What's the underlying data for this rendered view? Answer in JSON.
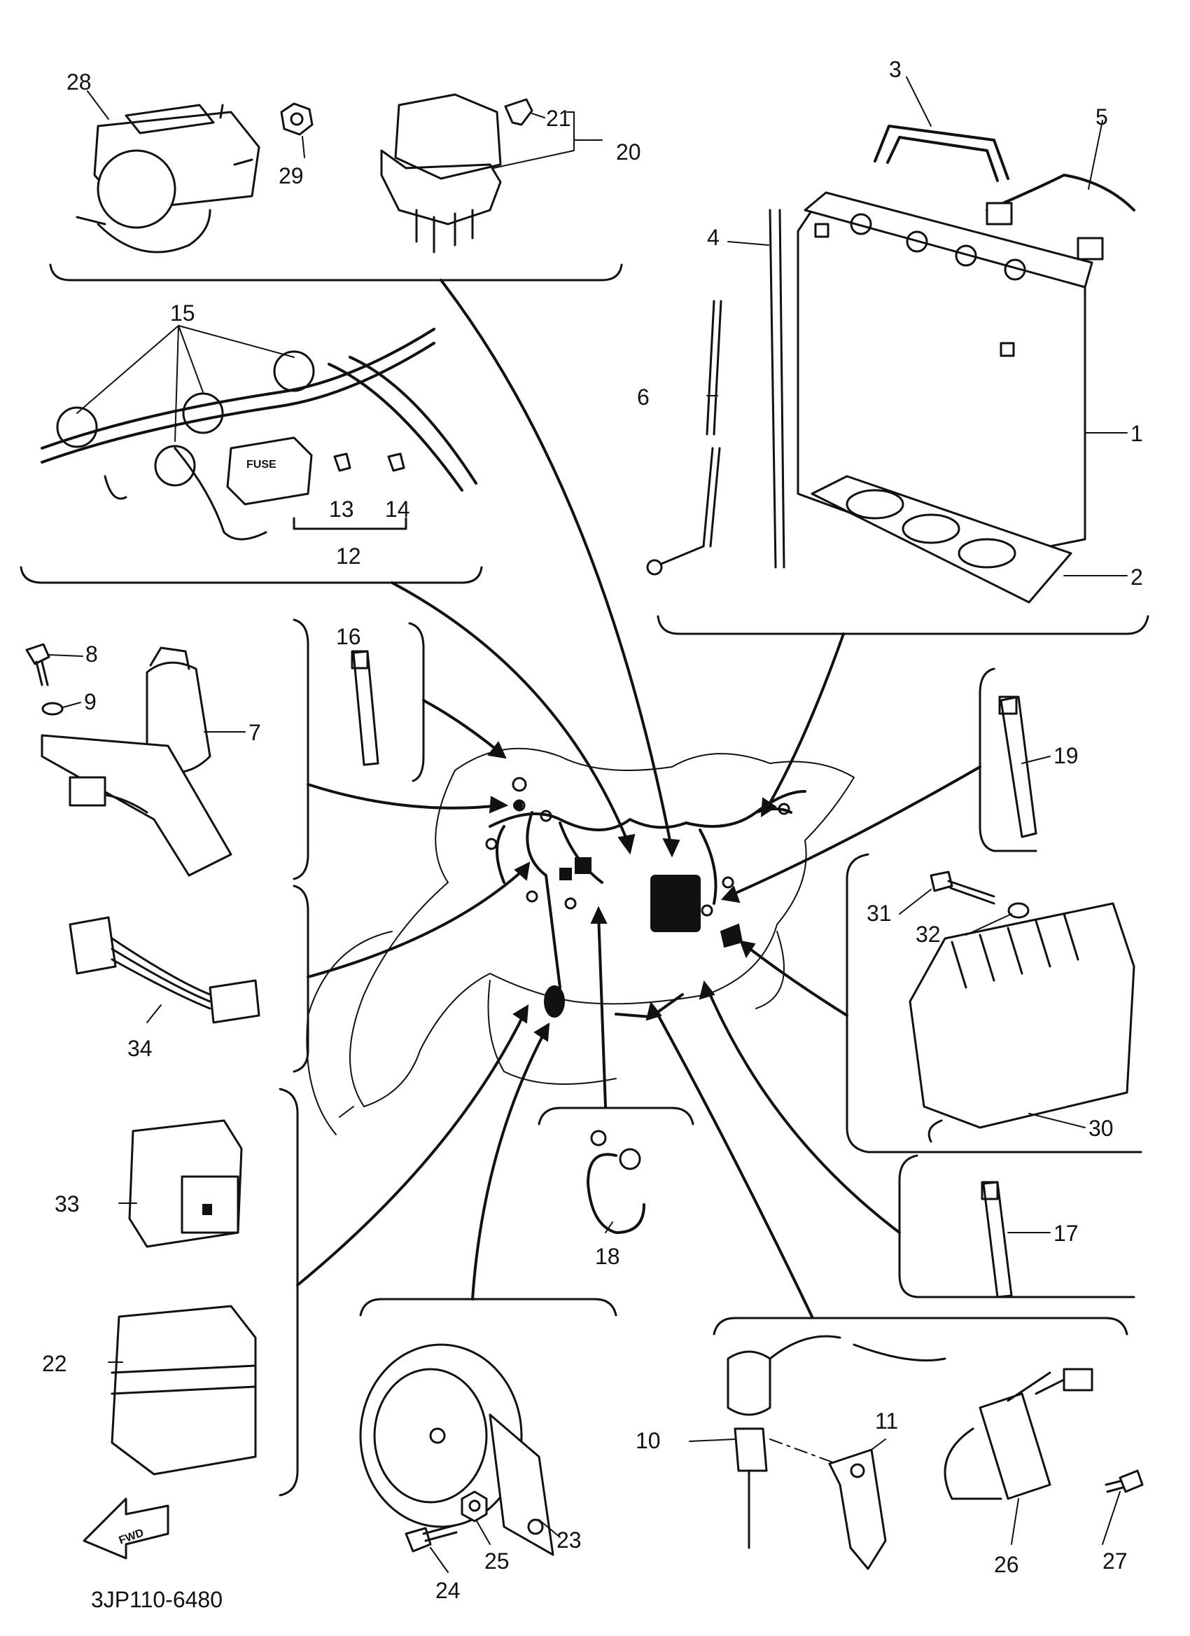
{
  "callouts": {
    "n1": "1",
    "n2": "2",
    "n3": "3",
    "n4": "4",
    "n5": "5",
    "n6": "6",
    "n7": "7",
    "n8": "8",
    "n9": "9",
    "n10": "10",
    "n11": "11",
    "n12": "12",
    "n13": "13",
    "n14": "14",
    "n15": "15",
    "n16": "16",
    "n17": "17",
    "n18": "18",
    "n19": "19",
    "n20": "20",
    "n21": "21",
    "n22": "22",
    "n23": "23",
    "n24": "24",
    "n25": "25",
    "n26": "26",
    "n27": "27",
    "n28": "28",
    "n29": "29",
    "n30": "30",
    "n31": "31",
    "n32": "32",
    "n33": "33",
    "n34": "34"
  },
  "labels": {
    "fuse_box_text": "FUSE",
    "direction_arrow_text": "FWD"
  },
  "diagram_code": "3JP110-6480"
}
